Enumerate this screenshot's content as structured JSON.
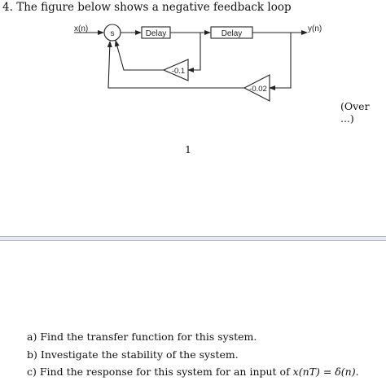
{
  "problem": {
    "number": "4.",
    "statement": "The figure below shows a negative feedback loop"
  },
  "diagram": {
    "input_label": "x(n)",
    "sum_label": "s",
    "delay1_label": "Delay",
    "delay2_label": "Delay",
    "output_label": "y(n)",
    "gain_inner": "-0.1",
    "gain_outer": "-0.02"
  },
  "over_note": "(Over ...)",
  "page_number": "1",
  "parts": [
    {
      "letter": "a)",
      "text": "Find the transfer function for this system."
    },
    {
      "letter": "b)",
      "text": "Investigate the stability of the system."
    },
    {
      "letter": "c)",
      "text_before": "Find the response for this system for an input of ",
      "math": "x(nT) = δ(n)",
      "text_after": "."
    }
  ]
}
